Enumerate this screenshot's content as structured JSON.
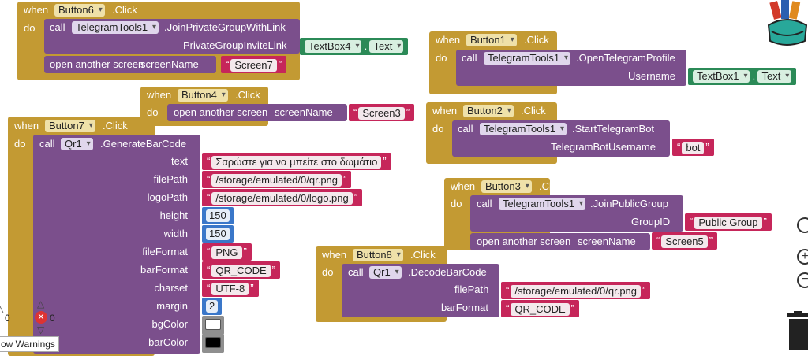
{
  "kw": {
    "when": "when",
    "do": "do",
    "call": "call",
    "click": ".Click",
    "open_screen": "open another screen",
    "screen_name": "screenName"
  },
  "b6": {
    "button": "Button6",
    "component": "TelegramTools1",
    "method": ".JoinPrivateGroupWithLink",
    "param": "PrivateGroupInviteLink",
    "tb_comp": "TextBox4",
    "tb_prop": "Text",
    "screen": "Screen7"
  },
  "b1": {
    "button": "Button1",
    "component": "TelegramTools1",
    "method": ".OpenTelegramProfile",
    "param": "Username",
    "tb_comp": "TextBox1",
    "tb_prop": "Text"
  },
  "b4": {
    "button": "Button4",
    "screen": "Screen3"
  },
  "b2": {
    "button": "Button2",
    "component": "TelegramTools1",
    "method": ".StartTelegramBot",
    "param": "TelegramBotUsername",
    "value": "bot"
  },
  "b7": {
    "button": "Button7",
    "component": "Qr1",
    "method": ".GenerateBarCode",
    "params": [
      {
        "name": "text",
        "value": "Σαρώστε για να μπείτε στο δωμάτιο"
      },
      {
        "name": "filePath",
        "value": "/storage/emulated/0/qr.png"
      },
      {
        "name": "logoPath",
        "value": "/storage/emulated/0/logo.png"
      },
      {
        "name": "height",
        "value": "150"
      },
      {
        "name": "width",
        "value": "150"
      },
      {
        "name": "fileFormat",
        "value": "PNG"
      },
      {
        "name": "barFormat",
        "value": "QR_CODE"
      },
      {
        "name": "charset",
        "value": "UTF-8"
      },
      {
        "name": "margin",
        "value": "2"
      },
      {
        "name": "bgColor",
        "value": "#ffffff"
      },
      {
        "name": "barColor",
        "value": "#000000"
      }
    ]
  },
  "b3": {
    "button": "Button3",
    "component": "TelegramTools1",
    "method": ".JoinPublicGroup",
    "param": "GroupID",
    "value": "Public Group",
    "screen": "Screen5"
  },
  "b8": {
    "button": "Button8",
    "component": "Qr1",
    "method": ".DecodeBarCode",
    "p1": "filePath",
    "v1": "/storage/emulated/0/qr.png",
    "p2": "barFormat",
    "v2": "QR_CODE"
  },
  "warnings": {
    "count": "0",
    "errors": "0",
    "toggle_label": "ow Warnings"
  },
  "icons": [
    "backpack-icon",
    "target-icon",
    "zoom-in-icon",
    "zoom-out-icon",
    "trash-icon"
  ]
}
